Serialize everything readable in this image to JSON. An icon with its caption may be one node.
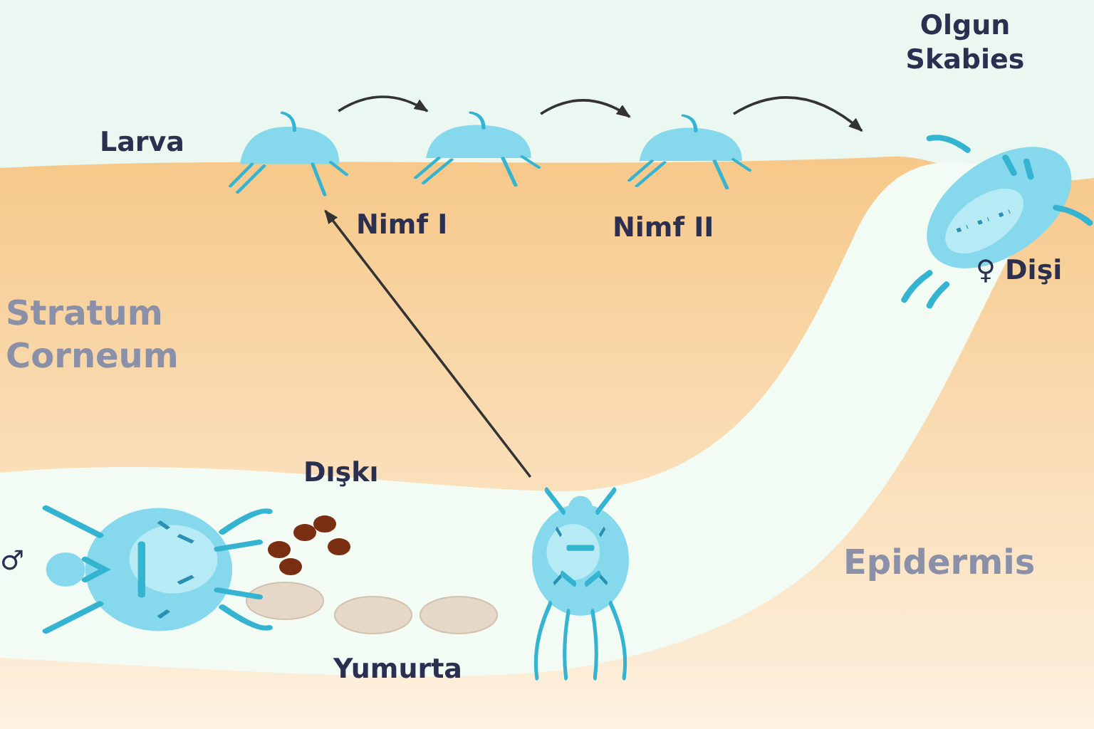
{
  "diagram": {
    "nodes": [
      {
        "text": [],
        "shape": "picture",
        "beside": [
          "Larva"
        ]
      },
      {
        "text": [],
        "shape": "picture",
        "beside": [
          "Nimf I"
        ]
      },
      {
        "text": [],
        "shape": "picture",
        "beside": [
          "Nimf II"
        ]
      },
      {
        "text": [],
        "shape": "picture",
        "beside": [
          "Olgun Skabies",
          "♀ Dişi"
        ]
      },
      {
        "text": [],
        "shape": "picture"
      },
      {
        "text": [],
        "shape": "picture",
        "beside": [
          "♂"
        ]
      }
    ],
    "edges": [
      {
        "from": 0,
        "to": 1,
        "arrow": "to"
      },
      {
        "from": 1,
        "to": 2,
        "arrow": "to"
      },
      {
        "from": 2,
        "to": 3,
        "arrow": "to"
      },
      {
        "from": 4,
        "to": 0,
        "arrow": "to"
      }
    ],
    "labels": [
      "Stratum Corneum",
      "Dışkı",
      "Yumurta",
      "Epidermis"
    ]
  }
}
